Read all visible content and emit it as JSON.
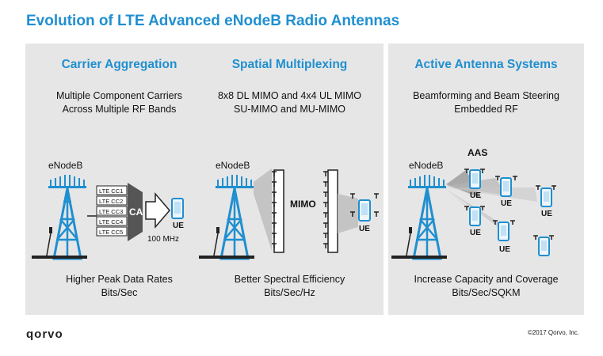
{
  "title": "Evolution of LTE Advanced eNodeB Radio Antennas",
  "panels": [
    {
      "title": "Carrier Aggregation",
      "desc": [
        "Multiple Component Carriers",
        "Across Multiple RF Bands"
      ],
      "labels": {
        "enodeb": "eNodeB",
        "carriers": [
          "LTE CC1",
          "LTE CC2",
          "LTE CC3",
          "LTE CC4",
          "LTE CC5"
        ],
        "ca": "CA",
        "ue": "UE",
        "bandwidth": "100 MHz"
      },
      "foot": [
        "Higher Peak Data Rates",
        "Bits/Sec"
      ]
    },
    {
      "title": "Spatial Multiplexing",
      "desc": [
        "8x8 DL MIMO and 4x4 UL MIMO",
        "SU-MIMO and MU-MIMO"
      ],
      "labels": {
        "enodeb": "eNodeB",
        "mimo": "MIMO",
        "ue": "UE"
      },
      "foot": [
        "Better Spectral Efficiency",
        "Bits/Sec/Hz"
      ]
    },
    {
      "title": "Active Antenna Systems",
      "desc": [
        "Beamforming and Beam Steering",
        "Embedded RF"
      ],
      "labels": {
        "enodeb": "eNodeB",
        "aas": "AAS",
        "ue": "UE"
      },
      "foot": [
        "Increase Capacity and Coverage",
        "Bits/Sec/SQKM"
      ]
    }
  ],
  "footer": {
    "brand": "qorvo",
    "copyright": "©2017 Qorvo, Inc."
  },
  "colors": {
    "accent": "#1f8fd0",
    "panel_bg": "#e6e6e6",
    "dark": "#222222"
  },
  "icons": [
    "cell-tower-icon",
    "antenna-array-icon",
    "smartphone-icon"
  ]
}
